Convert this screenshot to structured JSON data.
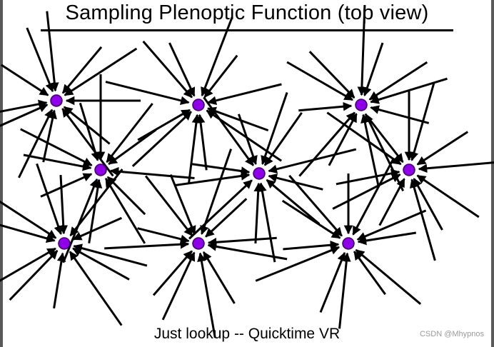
{
  "title": "Sampling Plenoptic Function (top view)",
  "caption": "Just lookup -- Quicktime VR",
  "watermark": "CSDN @Mhypnos",
  "colors": {
    "node_fill": "#8e00e6",
    "node_stroke": "#3d0066",
    "arrow": "#000000"
  },
  "diagram": {
    "node_count": 9,
    "rays_per_node": 12,
    "ray_direction": "inward (converging on each sample point)"
  }
}
